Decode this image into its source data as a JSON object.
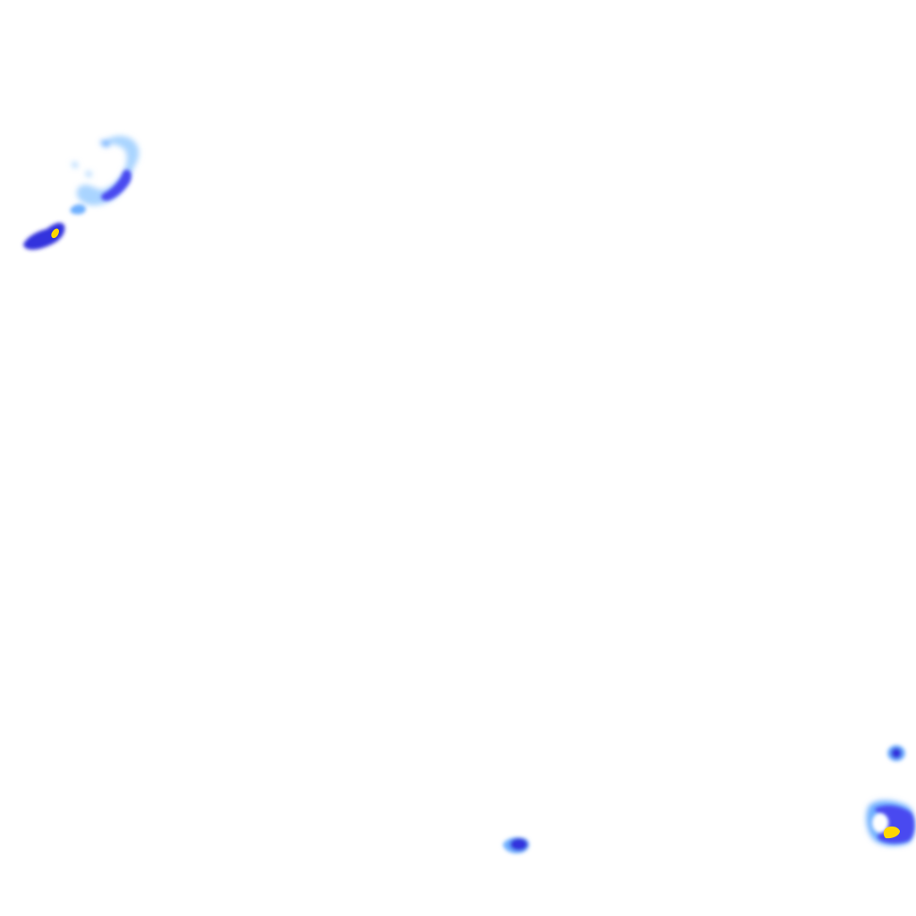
{
  "map": {
    "type": "precipitation-radar-overlay",
    "background_color": "#ffffff",
    "intensity_colors": {
      "very_light": "#a9d4ff",
      "light": "#6fb0ff",
      "moderate": "#4a4af0",
      "heavy": "#3333dd",
      "very_heavy": "#ffd700"
    },
    "echoes": [
      {
        "name": "northwest-arc-echo",
        "intensity": "light"
      },
      {
        "name": "northwest-band-echo",
        "intensity": "moderate"
      },
      {
        "name": "northwest-core-echo",
        "intensity": "very_heavy"
      },
      {
        "name": "south-center-echo",
        "intensity": "moderate"
      },
      {
        "name": "southeast-small-echo",
        "intensity": "moderate"
      },
      {
        "name": "southeast-cell-echo",
        "intensity": "heavy"
      },
      {
        "name": "southeast-core-echo",
        "intensity": "very_heavy"
      }
    ]
  }
}
